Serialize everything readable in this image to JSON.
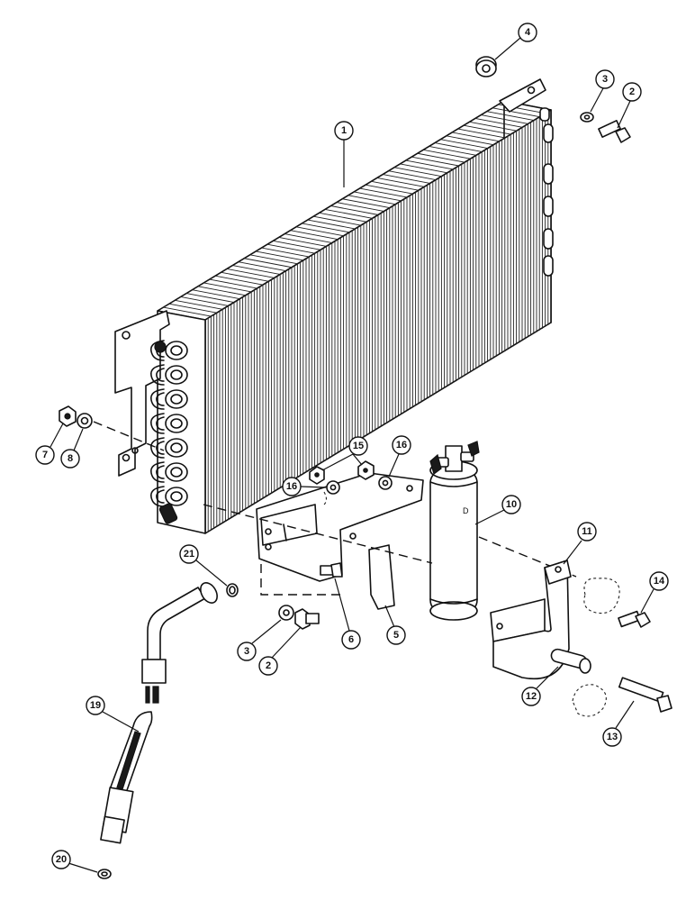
{
  "diagram": {
    "callouts": [
      {
        "id": "c1",
        "label": "1"
      },
      {
        "id": "c2a",
        "label": "2"
      },
      {
        "id": "c3a",
        "label": "3"
      },
      {
        "id": "c4",
        "label": "4"
      },
      {
        "id": "c7",
        "label": "7"
      },
      {
        "id": "c8",
        "label": "8"
      },
      {
        "id": "c15",
        "label": "15"
      },
      {
        "id": "c16a",
        "label": "16"
      },
      {
        "id": "c16b",
        "label": "16"
      },
      {
        "id": "c10",
        "label": "10"
      },
      {
        "id": "c11",
        "label": "11"
      },
      {
        "id": "c21",
        "label": "21"
      },
      {
        "id": "c14",
        "label": "14"
      },
      {
        "id": "c3b",
        "label": "3"
      },
      {
        "id": "c2b",
        "label": "2"
      },
      {
        "id": "c6",
        "label": "6"
      },
      {
        "id": "c5",
        "label": "5"
      },
      {
        "id": "c12",
        "label": "12"
      },
      {
        "id": "c13",
        "label": "13"
      },
      {
        "id": "c19",
        "label": "19"
      },
      {
        "id": "c20",
        "label": "20"
      }
    ]
  }
}
